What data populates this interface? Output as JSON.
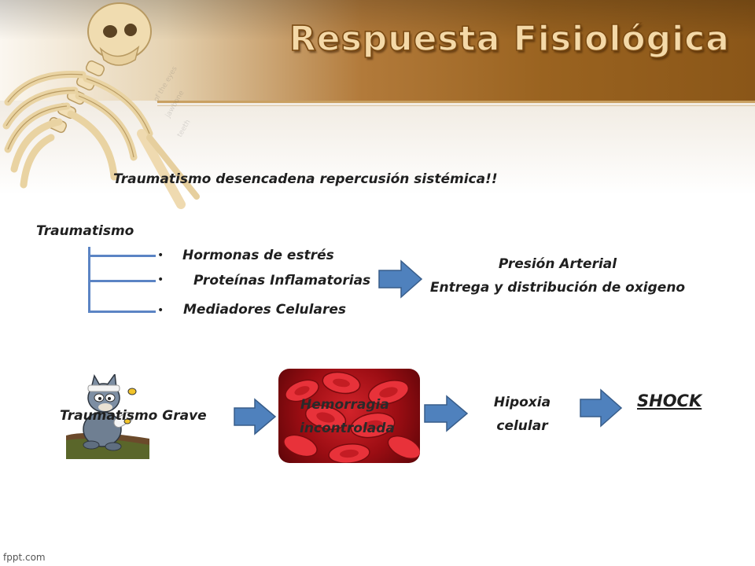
{
  "slide": {
    "title": "Respuesta Fisiológica",
    "subtitle": "Traumatismo desencadena repercusión sistémica!!",
    "tree": {
      "root": "Traumatismo",
      "items": [
        "Hormonas de estrés",
        "Proteínas Inflamatorias",
        "Mediadores Celulares"
      ]
    },
    "result": {
      "line1": "Presión Arterial",
      "line2": "Entrega y distribución de oxigeno"
    },
    "flow": {
      "step1": "Traumatismo Grave",
      "step2_line1": "Hemorragia",
      "step2_line2": "incontrolada",
      "step3_line1": "Hipoxia",
      "step3_line2": "celular",
      "step4": "SHOCK"
    },
    "footer": "fppt.com"
  },
  "colors": {
    "arrow_fill": "#4f81bd",
    "arrow_stroke": "#385d8a",
    "title_fill": "#f4d9a8",
    "title_stroke": "#7a4a12",
    "blood": "#c0161d"
  },
  "icons": {
    "skeleton": "skeleton-illustration",
    "wolf": "injured-wolf-cartoon",
    "blood": "red-blood-cells-image"
  }
}
